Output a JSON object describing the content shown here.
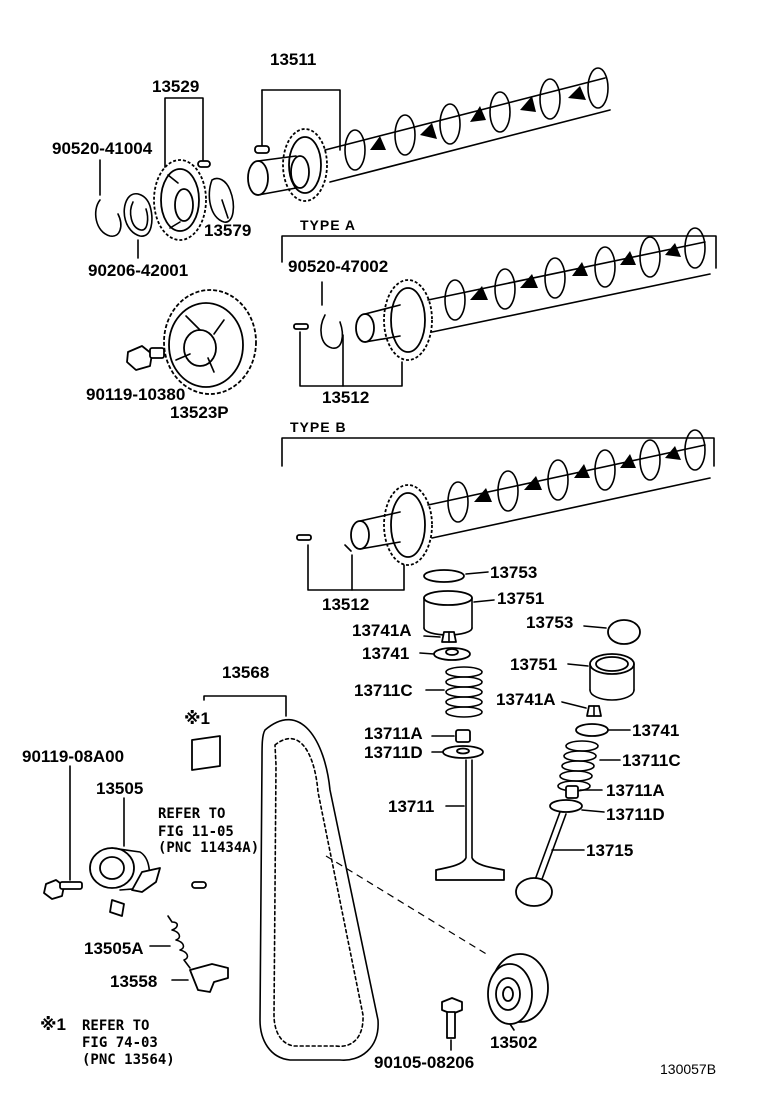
{
  "labels": {
    "p13511": "13511",
    "p13529": "13529",
    "p90520_41004": "90520-41004",
    "p13579": "13579",
    "p90206_42001": "90206-42001",
    "type_a": "TYPE  A",
    "p90520_47002": "90520-47002",
    "p13512_a": "13512",
    "p90119_10380": "90119-10380",
    "p13523P": "13523P",
    "type_b": "TYPE  B",
    "p13512_b": "13512",
    "p13753_a": "13753",
    "p13751_a": "13751",
    "p13741A_a": "13741A",
    "p13753_b": "13753",
    "p13741_a": "13741",
    "p13751_b": "13751",
    "p13568": "13568",
    "p13711C_a": "13711C",
    "p13741A_b": "13741A",
    "p13711A_a": "13711A",
    "p13741_b": "13741",
    "p13711D_a": "13711D",
    "p13711C_b": "13711C",
    "p90119_08A00": "90119-08A00",
    "p13505": "13505",
    "p13711A_b": "13711A",
    "p13711": "13711",
    "p13711D_b": "13711D",
    "p13715": "13715",
    "p13505A": "13505A",
    "p13558": "13558",
    "p13502": "13502",
    "p90105_08206": "90105-08206"
  },
  "notes": {
    "star1_mark": "※1",
    "refer_fig_line1": "REFER TO",
    "refer_fig_line2": "FIG 11-05",
    "refer_fig_line3": "(PNC 11434A)",
    "star1_ref_mark": "※1",
    "star1_ref_line1": "REFER TO",
    "star1_ref_line2": "FIG 74-03",
    "star1_ref_line3": "(PNC 13564)"
  },
  "figure_id": "130057B"
}
